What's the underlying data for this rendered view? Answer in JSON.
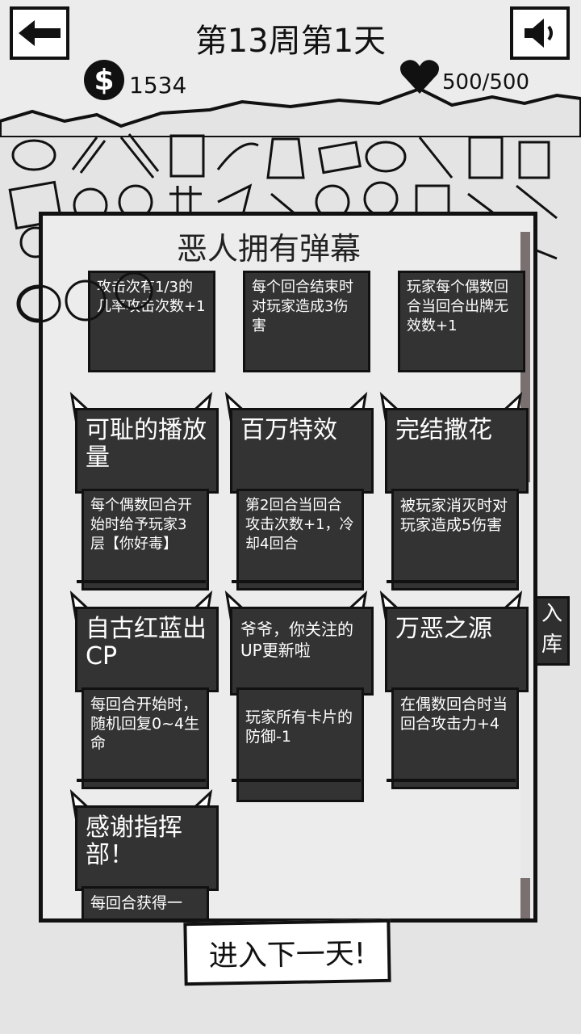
{
  "header": {
    "title": "第13周第1天",
    "money": "1534",
    "hp": "500/500"
  },
  "panel": {
    "title": "恶人拥有弹幕"
  },
  "cards_top_row_partial": [
    {
      "body": "攻击次有1/3的几率攻击次数+1"
    },
    {
      "body": "每个回合结束时对玩家造成3伤害"
    },
    {
      "body": "玩家每个偶数回合当回合出牌无效数+1"
    }
  ],
  "cards": [
    {
      "name": "可耻的播放量",
      "desc": "每个偶数回合开始时给予玩家3层【你好毒】"
    },
    {
      "name": "百万特效",
      "desc": "第2回合当回合攻击次数+1，冷却4回合"
    },
    {
      "name": "完结撒花",
      "desc": "被玩家消灭时对玩家造成5伤害"
    },
    {
      "name": "自古红蓝出CP",
      "desc": "每回合开始时，随机回复0~4生命"
    },
    {
      "name": "爷爷，你关注的UP更新啦",
      "desc": "玩家所有卡片的防御-1"
    },
    {
      "name": "万恶之源",
      "desc": "在偶数回合时当回合攻击力+4"
    },
    {
      "name": "感谢指挥部！",
      "desc": "每回合获得一"
    }
  ],
  "side_button": {
    "label": "入库"
  },
  "next_day_button": "进入下一天!",
  "icons": [
    "back-arrow-icon",
    "speaker-icon",
    "dollar-coin-icon",
    "heart-icon"
  ]
}
